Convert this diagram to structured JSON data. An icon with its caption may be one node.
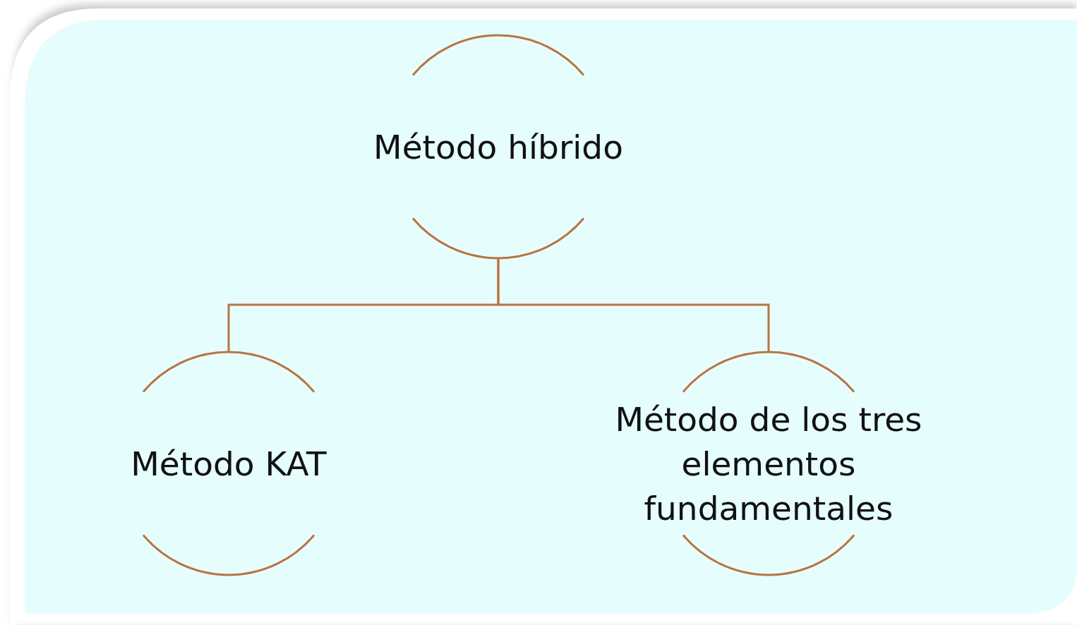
{
  "diagram": {
    "nodes": [
      {
        "text": [
          "Método híbrido"
        ]
      },
      {
        "text": [
          "Método KAT"
        ]
      },
      {
        "text": [
          "Método de los tres elementos fundamentales"
        ]
      }
    ],
    "edges": [
      {
        "from": 0,
        "to": 1,
        "arrow": "none"
      },
      {
        "from": 0,
        "to": 2,
        "arrow": "none"
      }
    ]
  }
}
